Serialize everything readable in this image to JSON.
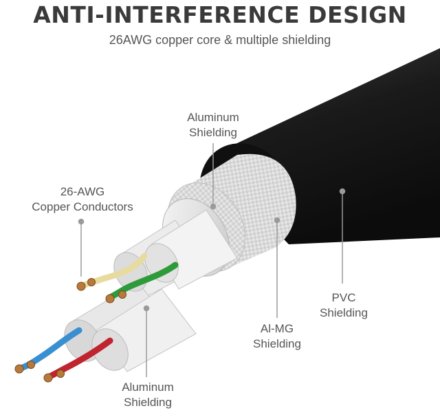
{
  "header": {
    "title": "ANTI-INTERFERENCE DESIGN",
    "subtitle": "26AWG copper core & multiple shielding"
  },
  "labels": {
    "aluminum_top": [
      "Aluminum",
      "Shielding"
    ],
    "copper": [
      "26-AWG",
      "Copper Conductors"
    ],
    "pvc": [
      "PVC",
      "Shielding"
    ],
    "almg": [
      "Al-MG",
      "Shielding"
    ],
    "aluminum_bottom": [
      "Aluminum",
      "Shielding"
    ]
  },
  "colors": {
    "jacket": "#151515",
    "braid": "#dcdcdc",
    "foil": "#e9e9e9",
    "wire_yellow": "#e8dba0",
    "wire_green": "#2e9b3a",
    "wire_blue": "#3a8fd0",
    "wire_red": "#c0242e",
    "copper": "#b87a3c",
    "leader": "#9a9a9a"
  }
}
